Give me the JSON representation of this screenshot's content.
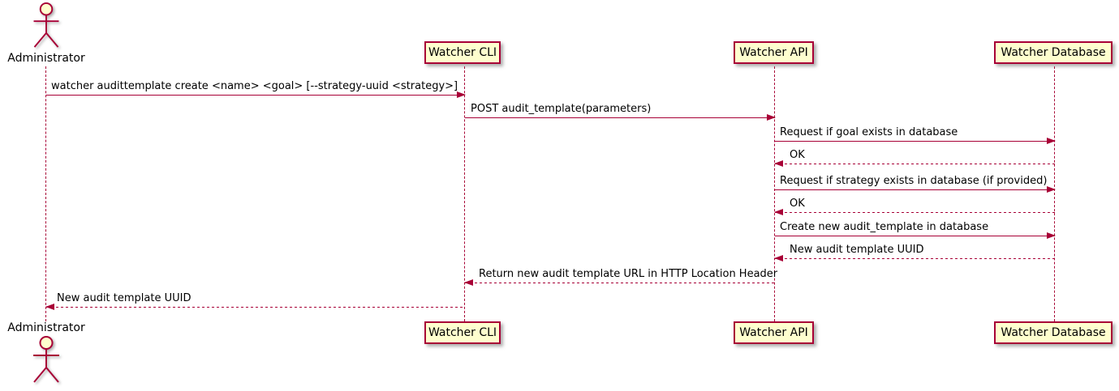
{
  "diagram": {
    "kind": "sequence-diagram",
    "colors": {
      "accent": "#A80036",
      "participant_fill": "#FEFECE",
      "text": "#000000",
      "background": "#FFFFFF"
    },
    "participants": [
      {
        "id": "administrator",
        "label": "Administrator",
        "type": "actor"
      },
      {
        "id": "watcher-cli",
        "label": "Watcher CLI",
        "type": "participant"
      },
      {
        "id": "watcher-api",
        "label": "Watcher API",
        "type": "participant"
      },
      {
        "id": "watcher-database",
        "label": "Watcher Database",
        "type": "participant"
      }
    ],
    "messages": [
      {
        "from": "Administrator",
        "to": "Watcher CLI",
        "label": "watcher audittemplate create <name> <goal> [--strategy-uuid <strategy>]",
        "line": "solid",
        "direction": "right"
      },
      {
        "from": "Watcher CLI",
        "to": "Watcher API",
        "label": "POST audit_template(parameters)",
        "line": "solid",
        "direction": "right"
      },
      {
        "from": "Watcher API",
        "to": "Watcher Database",
        "label": "Request if goal exists in database",
        "line": "solid",
        "direction": "right"
      },
      {
        "from": "Watcher Database",
        "to": "Watcher API",
        "label": "OK",
        "line": "dotted",
        "direction": "left"
      },
      {
        "from": "Watcher API",
        "to": "Watcher Database",
        "label": "Request if strategy exists in database (if provided)",
        "line": "solid",
        "direction": "right"
      },
      {
        "from": "Watcher Database",
        "to": "Watcher API",
        "label": "OK",
        "line": "dotted",
        "direction": "left"
      },
      {
        "from": "Watcher API",
        "to": "Watcher Database",
        "label": "Create new audit_template in database",
        "line": "solid",
        "direction": "right"
      },
      {
        "from": "Watcher Database",
        "to": "Watcher API",
        "label": "New audit template UUID",
        "line": "dotted",
        "direction": "left"
      },
      {
        "from": "Watcher API",
        "to": "Watcher CLI",
        "label": "Return new audit template URL in HTTP Location Header",
        "line": "dotted",
        "direction": "left"
      },
      {
        "from": "Watcher CLI",
        "to": "Administrator",
        "label": "New audit template UUID",
        "line": "dotted",
        "direction": "left"
      }
    ]
  }
}
